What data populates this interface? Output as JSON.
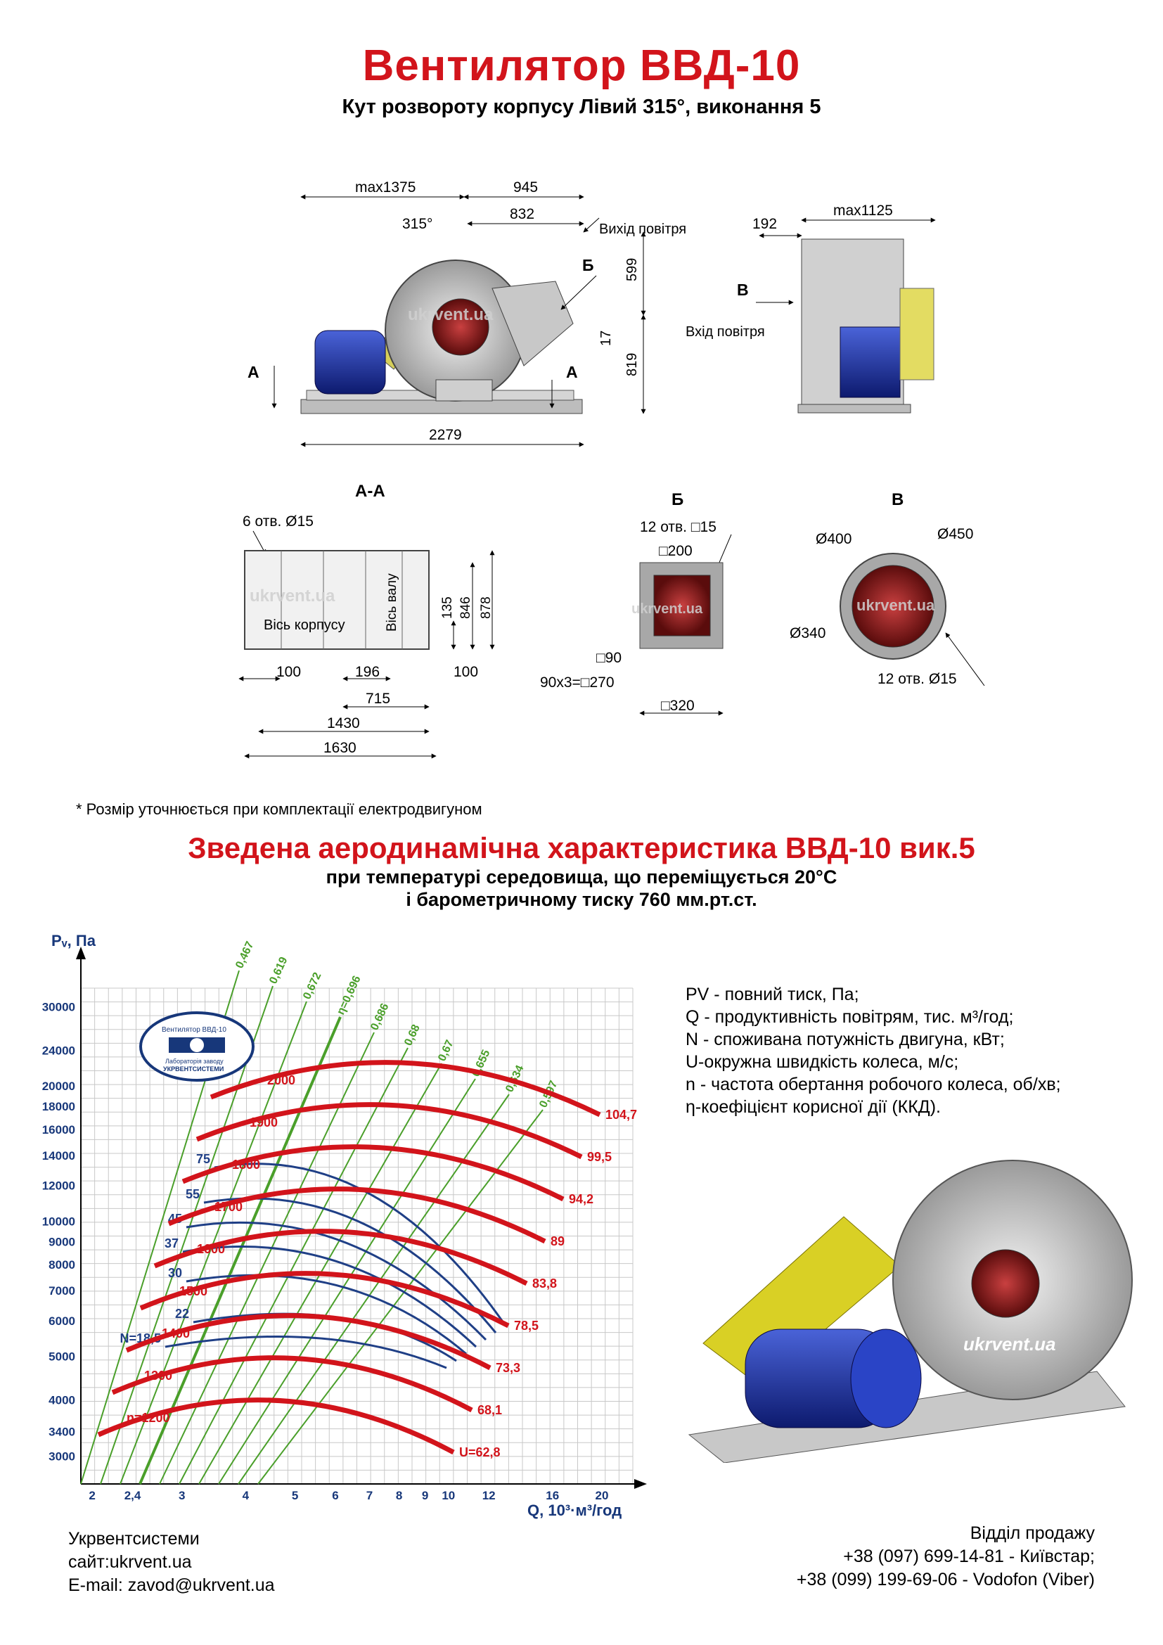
{
  "header": {
    "title": "Вентилятор ВВД-10",
    "subtitle": "Кут розвороту корпусу Лівий 315°, виконання 5"
  },
  "drawing": {
    "watermark": "ukrvent.ua",
    "front_view": {
      "dim_max1375": "max1375",
      "dim_945": "945",
      "dim_832": "832",
      "angle": "315°",
      "outlet_label": "Вихід повітря",
      "section_b": "Б",
      "dim_599": "599",
      "dim_17": "17",
      "dim_819": "819",
      "section_a_left": "A",
      "section_a_right": "A",
      "dim_2279": "2279"
    },
    "side_view": {
      "dim_192": "192",
      "dim_max1125": "max1125",
      "section_v": "B",
      "inlet_label": "Вхід повітря"
    },
    "section_aa": {
      "title": "А-А",
      "holes": "6 отв. Ø15",
      "axis_body": "Вісь корпусу",
      "axis_shaft": "Вісь валу",
      "dim_135": "135",
      "dim_846": "846",
      "dim_878": "878",
      "dim_100_left": "100",
      "dim_196": "196",
      "dim_100_right": "100",
      "dim_715": "715",
      "dim_1430": "1430",
      "dim_1630": "1630"
    },
    "section_b": {
      "title": "Б",
      "holes": "12 отв. □15",
      "dim_200": "□200",
      "dim_90": "□90",
      "dim_270": "90х3=□270",
      "dim_320": "□320"
    },
    "section_v": {
      "title": "В",
      "d400": "Ø400",
      "d450": "Ø450",
      "d340": "Ø340",
      "holes": "12 отв. Ø15"
    }
  },
  "note": "* Розмір уточнюється при комплектації електродвигуном",
  "aero": {
    "title": "Зведена аеродинамічна характеристика ВВД-10 вик.5",
    "line1": "при температурі середовища, що переміщується 20°С",
    "line2": "і барометричному тиску 760 мм.рт.ст."
  },
  "chart_data": {
    "type": "line",
    "ylabel": "Pᵥ, Па",
    "xlabel": "Q, 10³·м³/год",
    "y_scale": "log",
    "x_scale": "log",
    "y_ticks": [
      "30000",
      "24000",
      "20000",
      "18000",
      "16000",
      "14000",
      "12000",
      "10000",
      "9000",
      "8000",
      "7000",
      "6000",
      "5000",
      "4000",
      "3400",
      "3000"
    ],
    "x_ticks": [
      "2",
      "2,4",
      "3",
      "4",
      "5",
      "6",
      "7",
      "8",
      "9",
      "10",
      "12",
      "16",
      "20"
    ],
    "speed_curves": [
      {
        "label": "n=1200",
        "u": "U=62,8"
      },
      {
        "label": "1300",
        "u": "68,1"
      },
      {
        "label": "1400",
        "u": "73,3"
      },
      {
        "label": "1500",
        "u": "78,5"
      },
      {
        "label": "1600",
        "u": "83,8"
      },
      {
        "label": "1700",
        "u": "89"
      },
      {
        "label": "1800",
        "u": "94,2"
      },
      {
        "label": "1900",
        "u": "99,5"
      },
      {
        "label": "2000",
        "u": "104,7"
      }
    ],
    "power_curves": [
      "N=18,5",
      "22",
      "30",
      "37",
      "45",
      "55",
      "75"
    ],
    "efficiency_lines": [
      "0,467",
      "0,619",
      "0,672",
      "η=0,696",
      "0,686",
      "0,68",
      "0,67",
      "0,655",
      "0,634",
      "0,597"
    ],
    "logo_text": [
      "Вентилятор ВВД-10",
      "Лабораторія заводу",
      "УКРВЕНТСИСТЕМИ"
    ]
  },
  "legend": {
    "pv": "PV - повний тиск, Па;",
    "q": "Q - продуктивність повітрям, тис. м³/год;",
    "n": "N - споживана потужність двигуна, кВт;",
    "u": "U-окружна швидкість колеса, м/с;",
    "nn": "n - частота обертання робочого колеса, об/хв;",
    "eta": "η-коефіцієнт корисної дії (ККД)."
  },
  "illustration": {
    "watermark": "ukrvent.ua"
  },
  "footer": {
    "company": "Укрвентсистеми",
    "site": "сайт:ukrvent.ua",
    "email": "E-mail: zavod@ukrvent.ua",
    "sales": "Відділ продажу",
    "phone1": "+38 (097) 699-14-81 - Київстар;",
    "phone2": "+38 (099) 199-69-06 - Vodofon (Viber)"
  },
  "colors": {
    "title_red": "#d2141b",
    "curve_red": "#d2141b",
    "curve_blue": "#1f3f86",
    "eff_green": "#4a9f2a",
    "grid": "#c8c8c8",
    "axis_blue": "#17377a"
  }
}
